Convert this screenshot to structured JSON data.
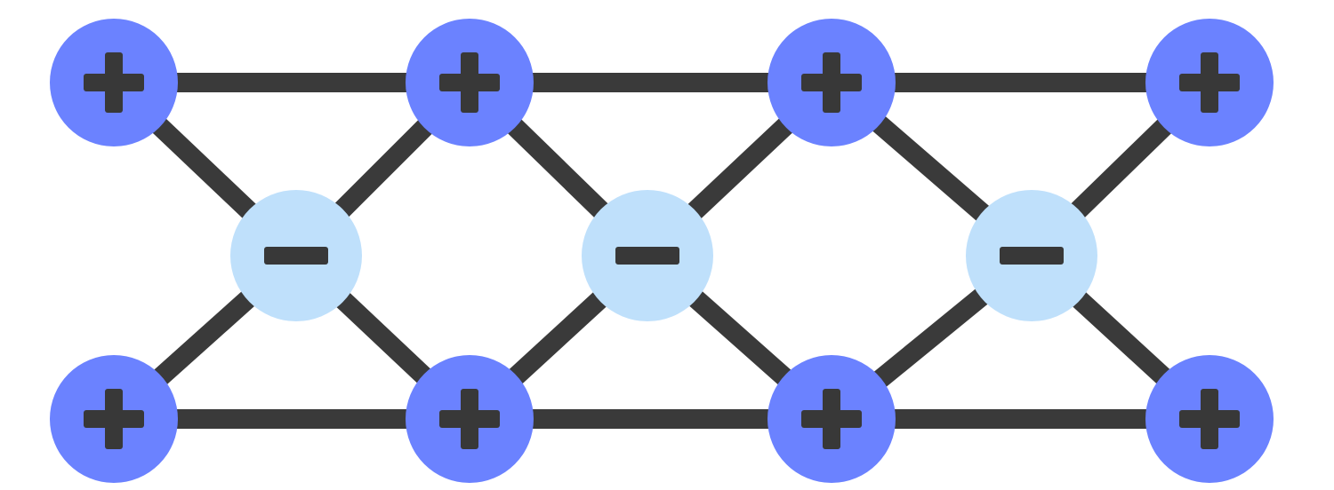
{
  "diagram": {
    "colors": {
      "positive_ion": "#6b82ff",
      "negative_ion": "#bfe0fb",
      "bond": "#3a3a3a",
      "sign": "#383838",
      "background": "#ffffff"
    },
    "ions": [
      {
        "id": "p1",
        "charge": "positive",
        "icon": "plus-icon"
      },
      {
        "id": "p2",
        "charge": "positive",
        "icon": "plus-icon"
      },
      {
        "id": "p3",
        "charge": "positive",
        "icon": "plus-icon"
      },
      {
        "id": "p4",
        "charge": "positive",
        "icon": "plus-icon"
      },
      {
        "id": "n1",
        "charge": "negative",
        "icon": "minus-icon"
      },
      {
        "id": "n2",
        "charge": "negative",
        "icon": "minus-icon"
      },
      {
        "id": "n3",
        "charge": "negative",
        "icon": "minus-icon"
      },
      {
        "id": "p5",
        "charge": "positive",
        "icon": "plus-icon"
      },
      {
        "id": "p6",
        "charge": "positive",
        "icon": "plus-icon"
      },
      {
        "id": "p7",
        "charge": "positive",
        "icon": "plus-icon"
      },
      {
        "id": "p8",
        "charge": "positive",
        "icon": "plus-icon"
      }
    ],
    "bonds": [
      [
        "p1",
        "p2"
      ],
      [
        "p2",
        "p3"
      ],
      [
        "p3",
        "p4"
      ],
      [
        "p5",
        "p6"
      ],
      [
        "p6",
        "p7"
      ],
      [
        "p7",
        "p8"
      ],
      [
        "p1",
        "n1"
      ],
      [
        "p2",
        "n1"
      ],
      [
        "p5",
        "n1"
      ],
      [
        "p6",
        "n1"
      ],
      [
        "p2",
        "n2"
      ],
      [
        "p3",
        "n2"
      ],
      [
        "p6",
        "n2"
      ],
      [
        "p7",
        "n2"
      ],
      [
        "p3",
        "n3"
      ],
      [
        "p4",
        "n3"
      ],
      [
        "p7",
        "n3"
      ],
      [
        "p8",
        "n3"
      ]
    ]
  }
}
